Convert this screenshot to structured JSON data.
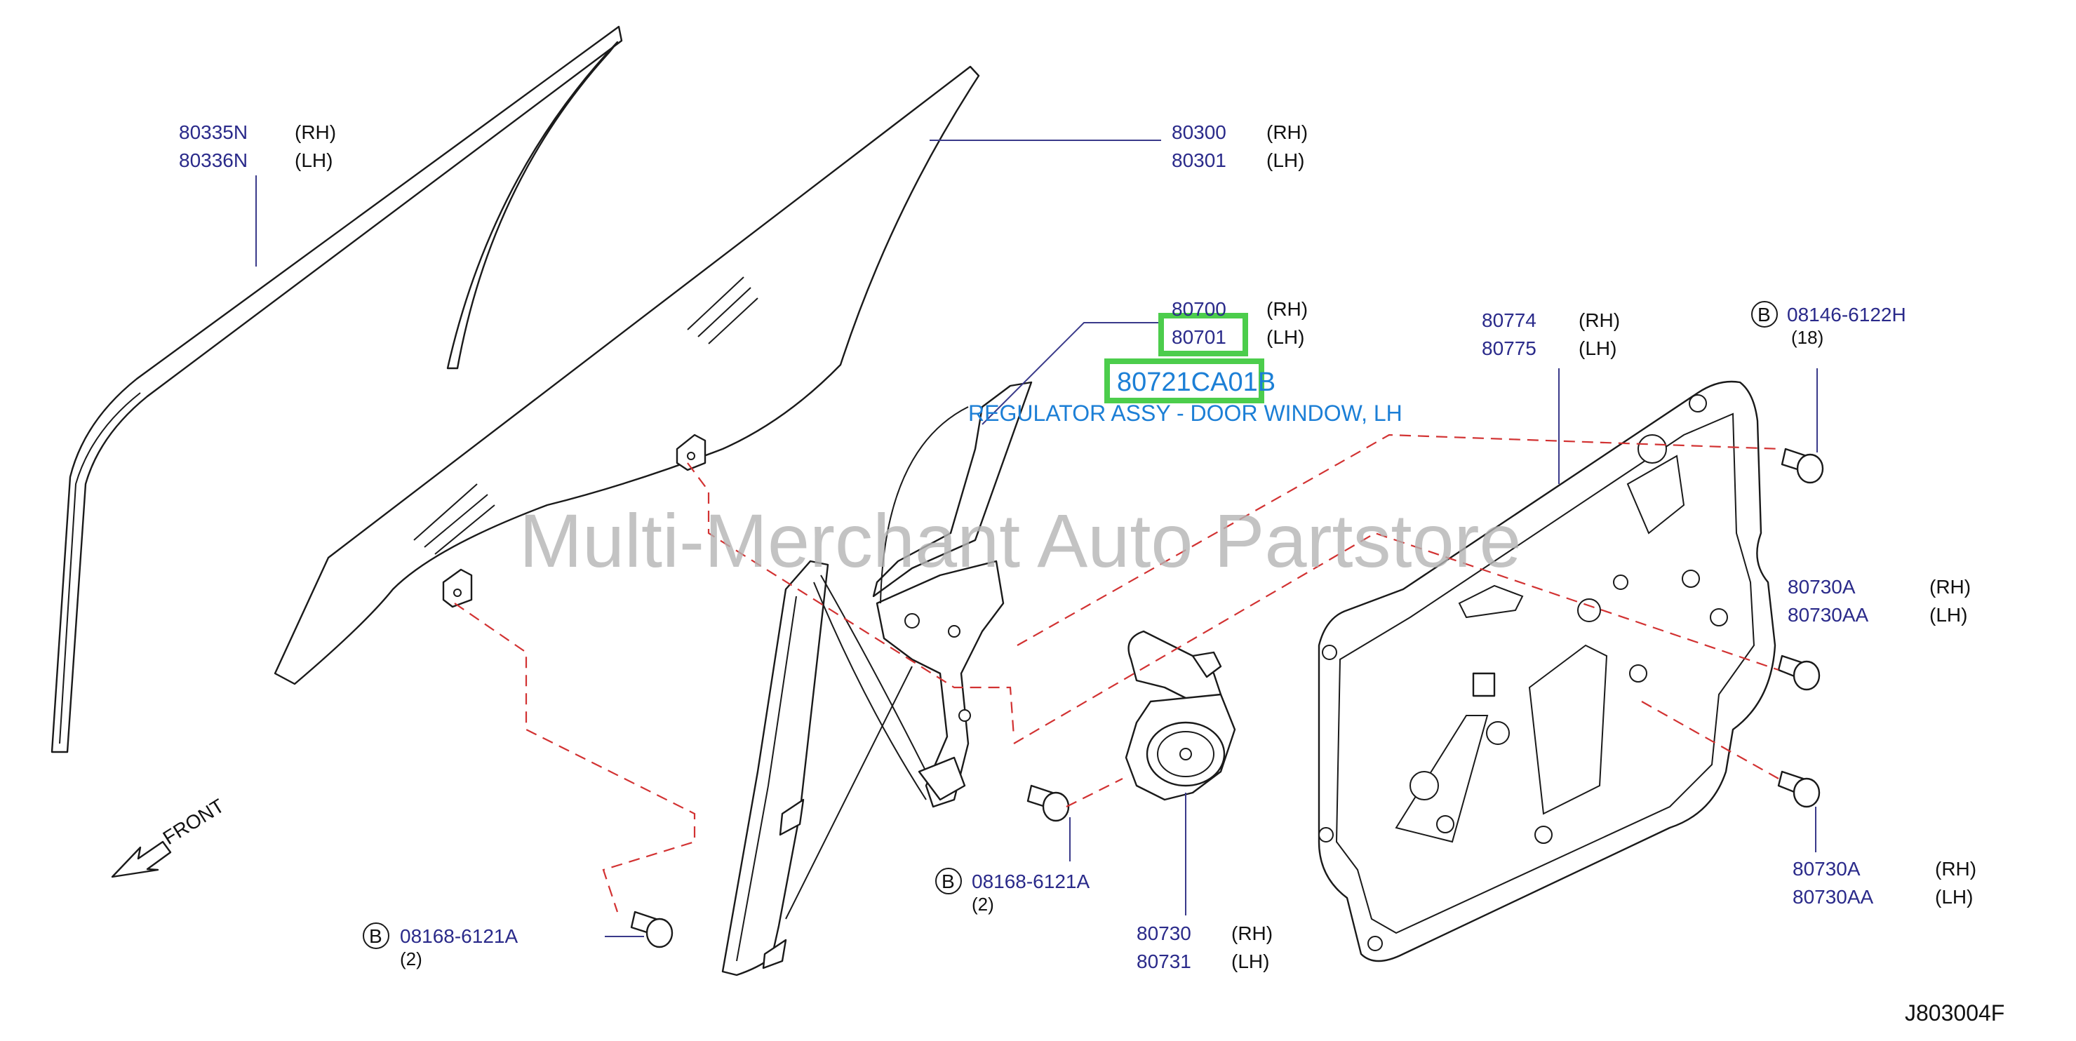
{
  "colors": {
    "part_number": "#2a2a8a",
    "highlight_text": "#1c7fd6",
    "highlight_box": "#4ccd4c",
    "dash_line": "#d23232",
    "watermark": "#b4b4b4"
  },
  "watermark": "Multi-Merchant Auto Partstore",
  "diagram_code": "J803004F",
  "front_label": "FRONT",
  "highlight": {
    "part_number": "80721CA01B",
    "description": "REGULATOR ASSY - DOOR WINDOW, LH"
  },
  "callouts": {
    "sash_rh": {
      "number": "80335N",
      "side": "(RH)"
    },
    "sash_lh": {
      "number": "80336N",
      "side": "(LH)"
    },
    "glass_rh": {
      "number": "80300",
      "side": "(RH)"
    },
    "glass_lh": {
      "number": "80301",
      "side": "(LH)"
    },
    "regulator_rh": {
      "number": "80700",
      "side": "(RH)"
    },
    "regulator_lh": {
      "number": "80701",
      "side": "(LH)"
    },
    "panel_rh": {
      "number": "80774",
      "side": "(RH)"
    },
    "panel_lh": {
      "number": "80775",
      "side": "(LH)"
    },
    "bolt_panel": {
      "badge": "B",
      "number": "08146-6122H",
      "qty": "(18)"
    },
    "screw_upper_rh": {
      "number": "80730A",
      "side": "(RH)"
    },
    "screw_upper_lh": {
      "number": "80730AA",
      "side": "(LH)"
    },
    "screw_lower_rh": {
      "number": "80730A",
      "side": "(RH)"
    },
    "screw_lower_lh": {
      "number": "80730AA",
      "side": "(LH)"
    },
    "bolt_mid": {
      "badge": "B",
      "number": "08168-6121A",
      "qty": "(2)"
    },
    "bolt_left": {
      "badge": "B",
      "number": "08168-6121A",
      "qty": "(2)"
    },
    "motor_rh": {
      "number": "80730",
      "side": "(RH)"
    },
    "motor_lh": {
      "number": "80731",
      "side": "(LH)"
    }
  }
}
